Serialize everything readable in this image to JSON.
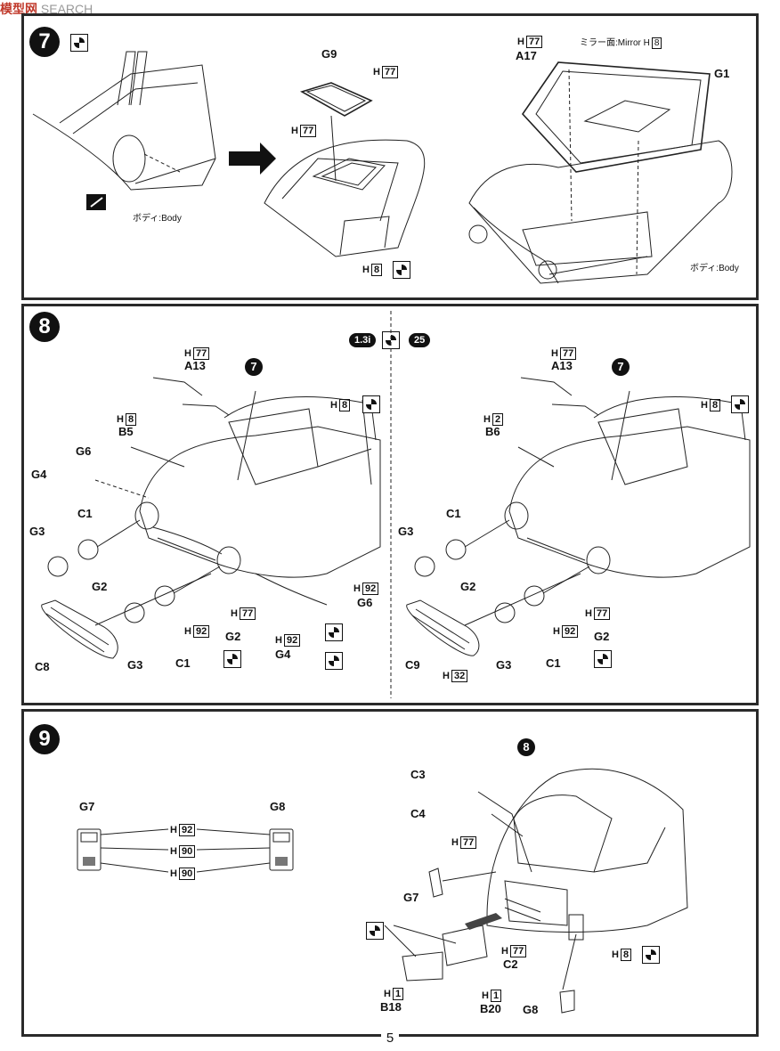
{
  "watermark": {
    "brand": "模型网",
    "suffix": "SEARCH"
  },
  "page_number": "5",
  "step7": {
    "number": "7",
    "labels": {
      "g9": "G9",
      "h77_top": "77",
      "h77_left": "77",
      "h8": "8",
      "h77_a17": "77",
      "a17": "A17",
      "mirror": "ミラー面:Mirror H",
      "mirror_h": "8",
      "g1": "G1",
      "body_left": "ボディ:Body",
      "body_right": "ボディ:Body"
    }
  },
  "step8": {
    "number": "8",
    "version_left": "1.3i",
    "version_right": "25",
    "left": {
      "a13": "A13",
      "h77": "77",
      "ref7": "7",
      "h8_top": "8",
      "h8_b5": "8",
      "b5": "B5",
      "g6": "G6",
      "g4": "G4",
      "c1": "C1",
      "g3": "G3",
      "g2": "G2",
      "c8": "C8",
      "g3b": "G3",
      "c1b": "C1",
      "h92": "92",
      "g2b": "G2",
      "h77b": "77",
      "h92b": "92",
      "g4b": "G4",
      "h92c": "92",
      "g6b": "G6"
    },
    "right": {
      "a13": "A13",
      "h77": "77",
      "ref7": "7",
      "h8_top": "8",
      "h2": "2",
      "b6": "B6",
      "c1": "C1",
      "g3": "G3",
      "g2": "G2",
      "c9": "C9",
      "h32": "32",
      "g3b": "G3",
      "c1b": "C1",
      "h77b": "77",
      "h92": "92",
      "g2b": "G2"
    }
  },
  "step9": {
    "number": "9",
    "g7": "G7",
    "g8": "G8",
    "h92": "92",
    "h90a": "90",
    "h90b": "90",
    "ref8": "8",
    "c3": "C3",
    "c4": "C4",
    "h77": "77",
    "g7b": "G7",
    "h77b": "77",
    "c2": "C2",
    "h8": "8",
    "g8b": "G8",
    "h1a": "1",
    "b18": "B18",
    "h1b": "1",
    "b20": "B20"
  }
}
